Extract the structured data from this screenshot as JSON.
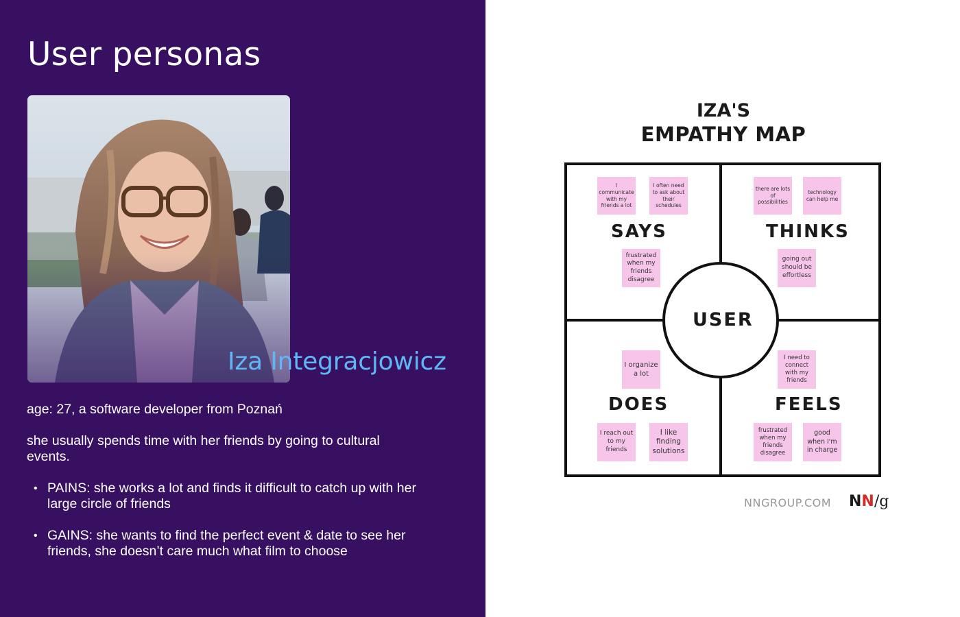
{
  "slide": {
    "title": "User personas"
  },
  "persona": {
    "name": "Iza Integracjowicz",
    "age_line": "age: 27, a software developer from Poznań",
    "habits": "she usually spends time with her friends by going to cultural events.",
    "bullets": [
      "PAINS: she works a lot and finds it difficult to catch up with her large circle of friends",
      "GAINS: she wants to find the perfect event & date to see her friends, she doesn’t care much what film to choose"
    ]
  },
  "empathy_map": {
    "title_line1": "IZA'S",
    "title_line2": "EMPATHY MAP",
    "center_label": "USER",
    "quadrants": {
      "says": {
        "label": "SAYS",
        "notes": [
          "I communicate with my friends a lot",
          "I often need to ask about their schedules",
          "frustrated when my friends disagree"
        ]
      },
      "thinks": {
        "label": "THINKS",
        "notes": [
          "there are lots of possibilities",
          "technology can help me",
          "going out should be effortless"
        ]
      },
      "does": {
        "label": "DOES",
        "notes": [
          "I organize a lot",
          "I reach out to my friends",
          "I like finding solutions"
        ]
      },
      "feels": {
        "label": "FEELS",
        "notes": [
          "I need to connect with my friends",
          "frustrated when my friends disagree",
          "good when I'm in charge"
        ]
      }
    },
    "footer_site": "NNGROUP.COM",
    "logo": {
      "n1": "N",
      "n2": "N",
      "slash": "/",
      "g": "g"
    }
  },
  "colors": {
    "panel_bg": "#381062",
    "name_color": "#5fb7f5",
    "sticky_note": "#f7c5ea",
    "logo_red": "#d32a2a"
  }
}
